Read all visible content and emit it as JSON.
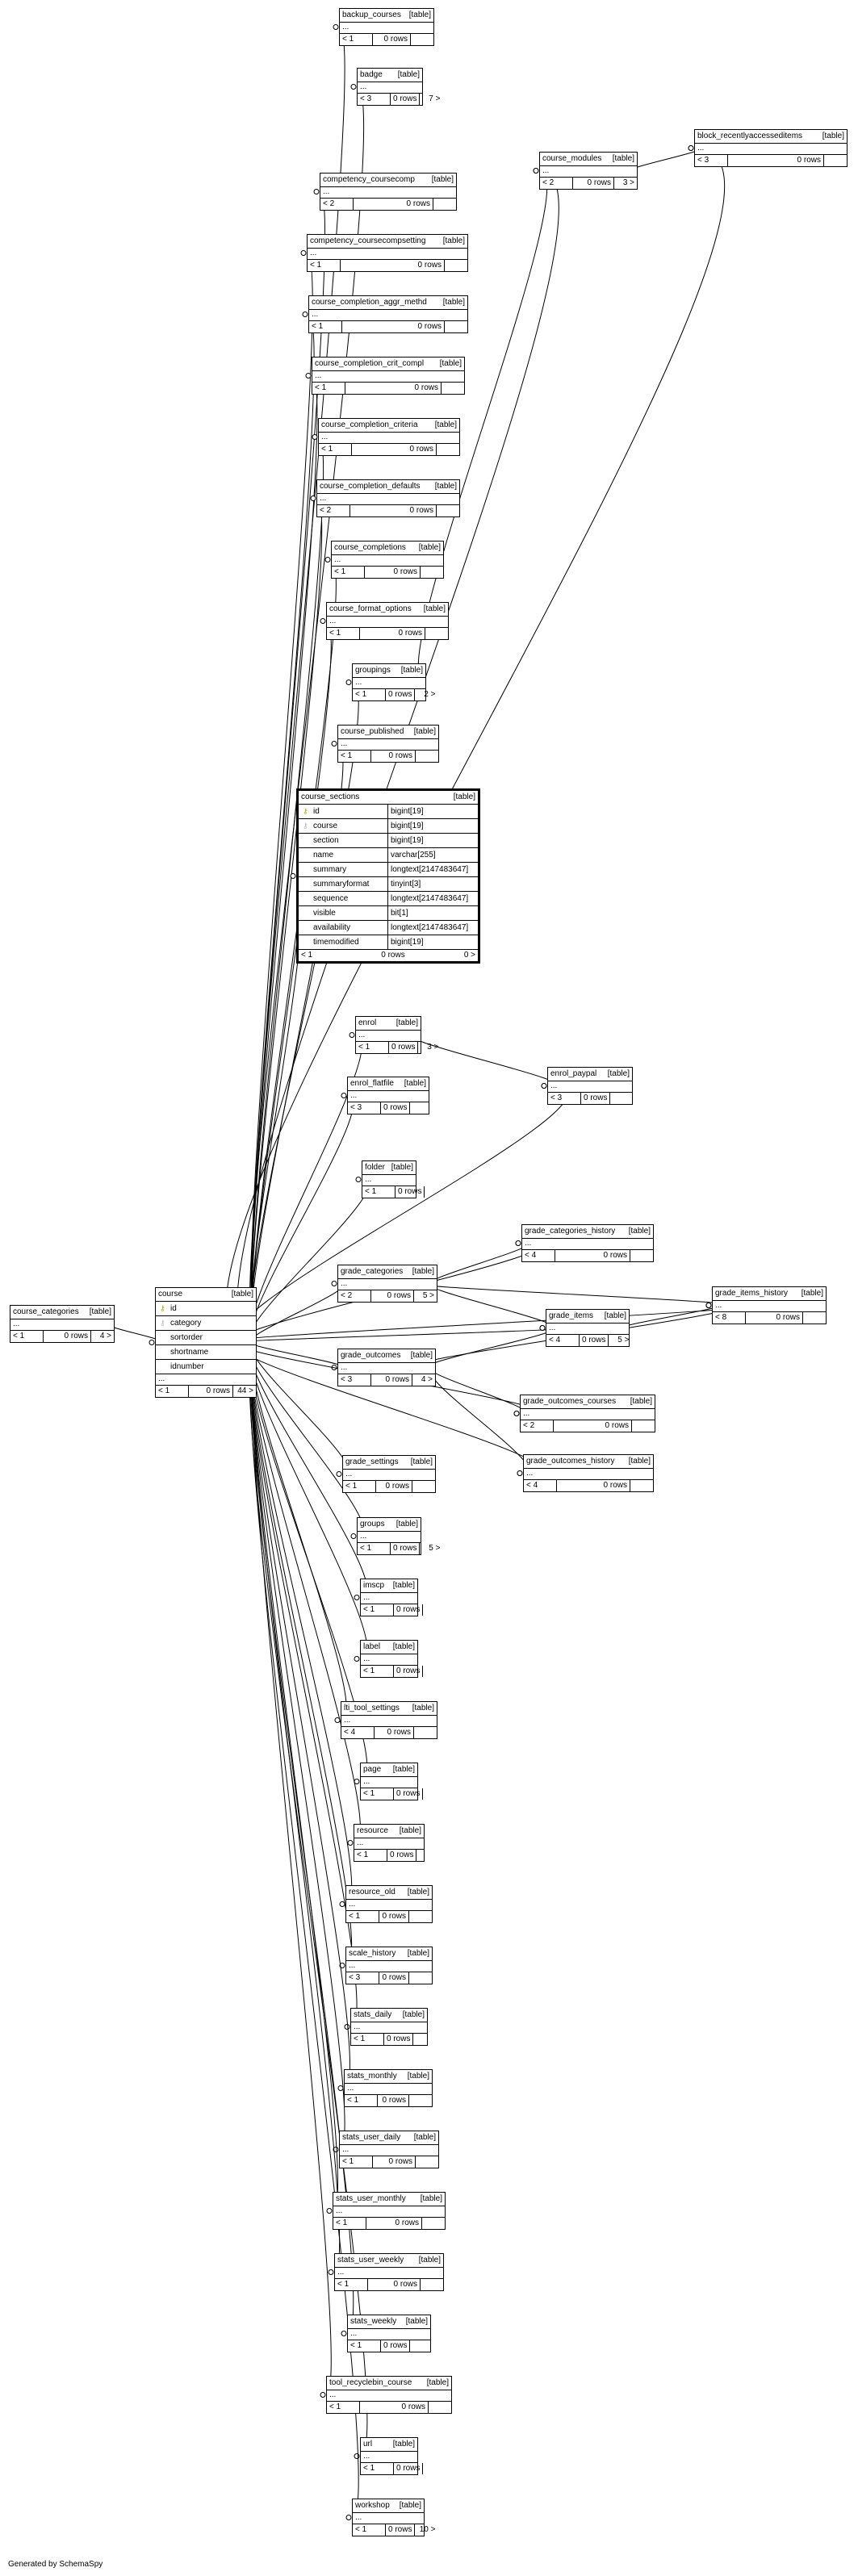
{
  "footer": {
    "generated_by": "Generated by SchemaSpy"
  },
  "focus_table": {
    "name": "course_sections",
    "type": "[table]",
    "columns": [
      {
        "name": "id",
        "type": "bigint[19]",
        "key": "pk"
      },
      {
        "name": "course",
        "type": "bigint[19]",
        "key": "fk"
      },
      {
        "name": "section",
        "type": "bigint[19]",
        "key": ""
      },
      {
        "name": "name",
        "type": "varchar[255]",
        "key": ""
      },
      {
        "name": "summary",
        "type": "longtext[2147483647]",
        "key": ""
      },
      {
        "name": "summaryformat",
        "type": "tinyint[3]",
        "key": ""
      },
      {
        "name": "sequence",
        "type": "longtext[2147483647]",
        "key": ""
      },
      {
        "name": "visible",
        "type": "bit[1]",
        "key": ""
      },
      {
        "name": "availability",
        "type": "longtext[2147483647]",
        "key": ""
      },
      {
        "name": "timemodified",
        "type": "bigint[19]",
        "key": ""
      }
    ],
    "footer": [
      "< 1",
      "0 rows",
      "0 >"
    ]
  },
  "course_table": {
    "name": "course",
    "type": "[table]",
    "columns": [
      {
        "name": "id",
        "key": "pk"
      },
      {
        "name": "category",
        "key": "fk"
      },
      {
        "name": "sortorder",
        "key": ""
      },
      {
        "name": "shortname",
        "key": ""
      },
      {
        "name": "idnumber",
        "key": ""
      }
    ],
    "dots": "...",
    "footer": [
      "< 1",
      "0 rows",
      "44 >"
    ]
  },
  "tables": [
    {
      "id": "course_categories",
      "name": "course_categories",
      "type": "[table]",
      "footer": [
        "< 1",
        "0 rows",
        "4 >"
      ]
    },
    {
      "id": "backup_courses",
      "name": "backup_courses",
      "type": "[table]",
      "footer": [
        "< 1",
        "0 rows",
        ""
      ]
    },
    {
      "id": "badge",
      "name": "badge",
      "type": "[table]",
      "footer": [
        "< 3",
        "0 rows",
        "7 >"
      ]
    },
    {
      "id": "course_modules",
      "name": "course_modules",
      "type": "[table]",
      "footer": [
        "< 2",
        "0 rows",
        "3 >"
      ]
    },
    {
      "id": "block_recentlyaccesseditems",
      "name": "block_recentlyaccesseditems",
      "type": "[table]",
      "footer": [
        "< 3",
        "0 rows",
        ""
      ]
    },
    {
      "id": "competency_coursecomp",
      "name": "competency_coursecomp",
      "type": "[table]",
      "footer": [
        "< 2",
        "0 rows",
        ""
      ]
    },
    {
      "id": "competency_coursecompsetting",
      "name": "competency_coursecompsetting",
      "type": "[table]",
      "footer": [
        "< 1",
        "0 rows",
        ""
      ]
    },
    {
      "id": "course_completion_aggr_methd",
      "name": "course_completion_aggr_methd",
      "type": "[table]",
      "footer": [
        "< 1",
        "0 rows",
        ""
      ]
    },
    {
      "id": "course_completion_crit_compl",
      "name": "course_completion_crit_compl",
      "type": "[table]",
      "footer": [
        "< 1",
        "0 rows",
        ""
      ]
    },
    {
      "id": "course_completion_criteria",
      "name": "course_completion_criteria",
      "type": "[table]",
      "footer": [
        "< 1",
        "0 rows",
        ""
      ]
    },
    {
      "id": "course_completion_defaults",
      "name": "course_completion_defaults",
      "type": "[table]",
      "footer": [
        "< 2",
        "0 rows",
        ""
      ]
    },
    {
      "id": "course_completions",
      "name": "course_completions",
      "type": "[table]",
      "footer": [
        "< 1",
        "0 rows",
        ""
      ]
    },
    {
      "id": "course_format_options",
      "name": "course_format_options",
      "type": "[table]",
      "footer": [
        "< 1",
        "0 rows",
        ""
      ]
    },
    {
      "id": "groupings",
      "name": "groupings",
      "type": "[table]",
      "footer": [
        "< 1",
        "0 rows",
        "2 >"
      ]
    },
    {
      "id": "course_published",
      "name": "course_published",
      "type": "[table]",
      "footer": [
        "< 1",
        "0 rows",
        ""
      ]
    },
    {
      "id": "enrol",
      "name": "enrol",
      "type": "[table]",
      "footer": [
        "< 1",
        "0 rows",
        "3 >"
      ]
    },
    {
      "id": "enrol_paypal",
      "name": "enrol_paypal",
      "type": "[table]",
      "footer": [
        "< 3",
        "0 rows",
        ""
      ]
    },
    {
      "id": "enrol_flatfile",
      "name": "enrol_flatfile",
      "type": "[table]",
      "footer": [
        "< 3",
        "0 rows",
        ""
      ]
    },
    {
      "id": "folder",
      "name": "folder",
      "type": "[table]",
      "footer": [
        "< 1",
        "0 rows",
        ""
      ]
    },
    {
      "id": "grade_categories_history",
      "name": "grade_categories_history",
      "type": "[table]",
      "footer": [
        "< 4",
        "0 rows",
        ""
      ]
    },
    {
      "id": "grade_categories",
      "name": "grade_categories",
      "type": "[table]",
      "footer": [
        "< 2",
        "0 rows",
        "5 >"
      ]
    },
    {
      "id": "grade_items_history",
      "name": "grade_items_history",
      "type": "[table]",
      "footer": [
        "< 8",
        "0 rows",
        ""
      ]
    },
    {
      "id": "grade_items",
      "name": "grade_items",
      "type": "[table]",
      "footer": [
        "< 4",
        "0 rows",
        "5 >"
      ]
    },
    {
      "id": "grade_outcomes",
      "name": "grade_outcomes",
      "type": "[table]",
      "footer": [
        "< 3",
        "0 rows",
        "4 >"
      ]
    },
    {
      "id": "grade_outcomes_courses",
      "name": "grade_outcomes_courses",
      "type": "[table]",
      "footer": [
        "< 2",
        "0 rows",
        ""
      ]
    },
    {
      "id": "grade_outcomes_history",
      "name": "grade_outcomes_history",
      "type": "[table]",
      "footer": [
        "< 4",
        "0 rows",
        ""
      ]
    },
    {
      "id": "grade_settings",
      "name": "grade_settings",
      "type": "[table]",
      "footer": [
        "< 1",
        "0 rows",
        ""
      ]
    },
    {
      "id": "groups",
      "name": "groups",
      "type": "[table]",
      "footer": [
        "< 1",
        "0 rows",
        "5 >"
      ]
    },
    {
      "id": "imscp",
      "name": "imscp",
      "type": "[table]",
      "footer": [
        "< 1",
        "0 rows",
        ""
      ]
    },
    {
      "id": "label",
      "name": "label",
      "type": "[table]",
      "footer": [
        "< 1",
        "0 rows",
        ""
      ]
    },
    {
      "id": "lti_tool_settings",
      "name": "lti_tool_settings",
      "type": "[table]",
      "footer": [
        "< 4",
        "0 rows",
        ""
      ]
    },
    {
      "id": "page",
      "name": "page",
      "type": "[table]",
      "footer": [
        "< 1",
        "0 rows",
        ""
      ]
    },
    {
      "id": "resource",
      "name": "resource",
      "type": "[table]",
      "footer": [
        "< 1",
        "0 rows",
        ""
      ]
    },
    {
      "id": "resource_old",
      "name": "resource_old",
      "type": "[table]",
      "footer": [
        "< 1",
        "0 rows",
        ""
      ]
    },
    {
      "id": "scale_history",
      "name": "scale_history",
      "type": "[table]",
      "footer": [
        "< 3",
        "0 rows",
        ""
      ]
    },
    {
      "id": "stats_daily",
      "name": "stats_daily",
      "type": "[table]",
      "footer": [
        "< 1",
        "0 rows",
        ""
      ]
    },
    {
      "id": "stats_monthly",
      "name": "stats_monthly",
      "type": "[table]",
      "footer": [
        "< 1",
        "0 rows",
        ""
      ]
    },
    {
      "id": "stats_user_daily",
      "name": "stats_user_daily",
      "type": "[table]",
      "footer": [
        "< 1",
        "0 rows",
        ""
      ]
    },
    {
      "id": "stats_user_monthly",
      "name": "stats_user_monthly",
      "type": "[table]",
      "footer": [
        "< 1",
        "0 rows",
        ""
      ]
    },
    {
      "id": "stats_user_weekly",
      "name": "stats_user_weekly",
      "type": "[table]",
      "footer": [
        "< 1",
        "0 rows",
        ""
      ]
    },
    {
      "id": "stats_weekly",
      "name": "stats_weekly",
      "type": "[table]",
      "footer": [
        "< 1",
        "0 rows",
        ""
      ]
    },
    {
      "id": "tool_recyclebin_course",
      "name": "tool_recyclebin_course",
      "type": "[table]",
      "footer": [
        "< 1",
        "0 rows",
        ""
      ]
    },
    {
      "id": "url",
      "name": "url",
      "type": "[table]",
      "footer": [
        "< 1",
        "0 rows",
        ""
      ]
    },
    {
      "id": "workshop",
      "name": "workshop",
      "type": "[table]",
      "footer": [
        "< 1",
        "0 rows",
        "10 >"
      ]
    }
  ],
  "relationships": [
    [
      "course",
      "course_categories"
    ],
    [
      "backup_courses",
      "course"
    ],
    [
      "badge",
      "course"
    ],
    [
      "course_modules",
      "course"
    ],
    [
      "block_recentlyaccesseditems",
      "course"
    ],
    [
      "block_recentlyaccesseditems",
      "course_modules"
    ],
    [
      "competency_coursecomp",
      "course"
    ],
    [
      "competency_coursecompsetting",
      "course"
    ],
    [
      "course_completion_aggr_methd",
      "course"
    ],
    [
      "course_completion_crit_compl",
      "course"
    ],
    [
      "course_completion_criteria",
      "course"
    ],
    [
      "course_completion_defaults",
      "course"
    ],
    [
      "course_completions",
      "course"
    ],
    [
      "course_format_options",
      "course"
    ],
    [
      "groupings",
      "course"
    ],
    [
      "course_modules",
      "groupings"
    ],
    [
      "course_published",
      "course"
    ],
    [
      "course_sections",
      "course"
    ],
    [
      "enrol",
      "course"
    ],
    [
      "enrol_paypal",
      "enrol"
    ],
    [
      "enrol_paypal",
      "course"
    ],
    [
      "enrol_flatfile",
      "course"
    ],
    [
      "folder",
      "course"
    ],
    [
      "grade_categories_history",
      "course"
    ],
    [
      "grade_categories_history",
      "grade_categories"
    ],
    [
      "grade_categories",
      "course"
    ],
    [
      "grade_items_history",
      "course"
    ],
    [
      "grade_items_history",
      "grade_categories"
    ],
    [
      "grade_items_history",
      "grade_items"
    ],
    [
      "grade_items_history",
      "grade_outcomes"
    ],
    [
      "grade_items",
      "course"
    ],
    [
      "grade_items",
      "grade_categories"
    ],
    [
      "grade_items",
      "grade_outcomes"
    ],
    [
      "grade_outcomes",
      "course"
    ],
    [
      "grade_outcomes_courses",
      "course"
    ],
    [
      "grade_outcomes_courses",
      "grade_outcomes"
    ],
    [
      "grade_outcomes_history",
      "course"
    ],
    [
      "grade_outcomes_history",
      "grade_outcomes"
    ],
    [
      "grade_settings",
      "course"
    ],
    [
      "groups",
      "course"
    ],
    [
      "imscp",
      "course"
    ],
    [
      "label",
      "course"
    ],
    [
      "lti_tool_settings",
      "course"
    ],
    [
      "page",
      "course"
    ],
    [
      "resource",
      "course"
    ],
    [
      "resource_old",
      "course"
    ],
    [
      "scale_history",
      "course"
    ],
    [
      "stats_daily",
      "course"
    ],
    [
      "stats_monthly",
      "course"
    ],
    [
      "stats_user_daily",
      "course"
    ],
    [
      "stats_user_monthly",
      "course"
    ],
    [
      "stats_user_weekly",
      "course"
    ],
    [
      "stats_weekly",
      "course"
    ],
    [
      "tool_recyclebin_course",
      "course"
    ],
    [
      "url",
      "course"
    ],
    [
      "workshop",
      "course"
    ]
  ]
}
